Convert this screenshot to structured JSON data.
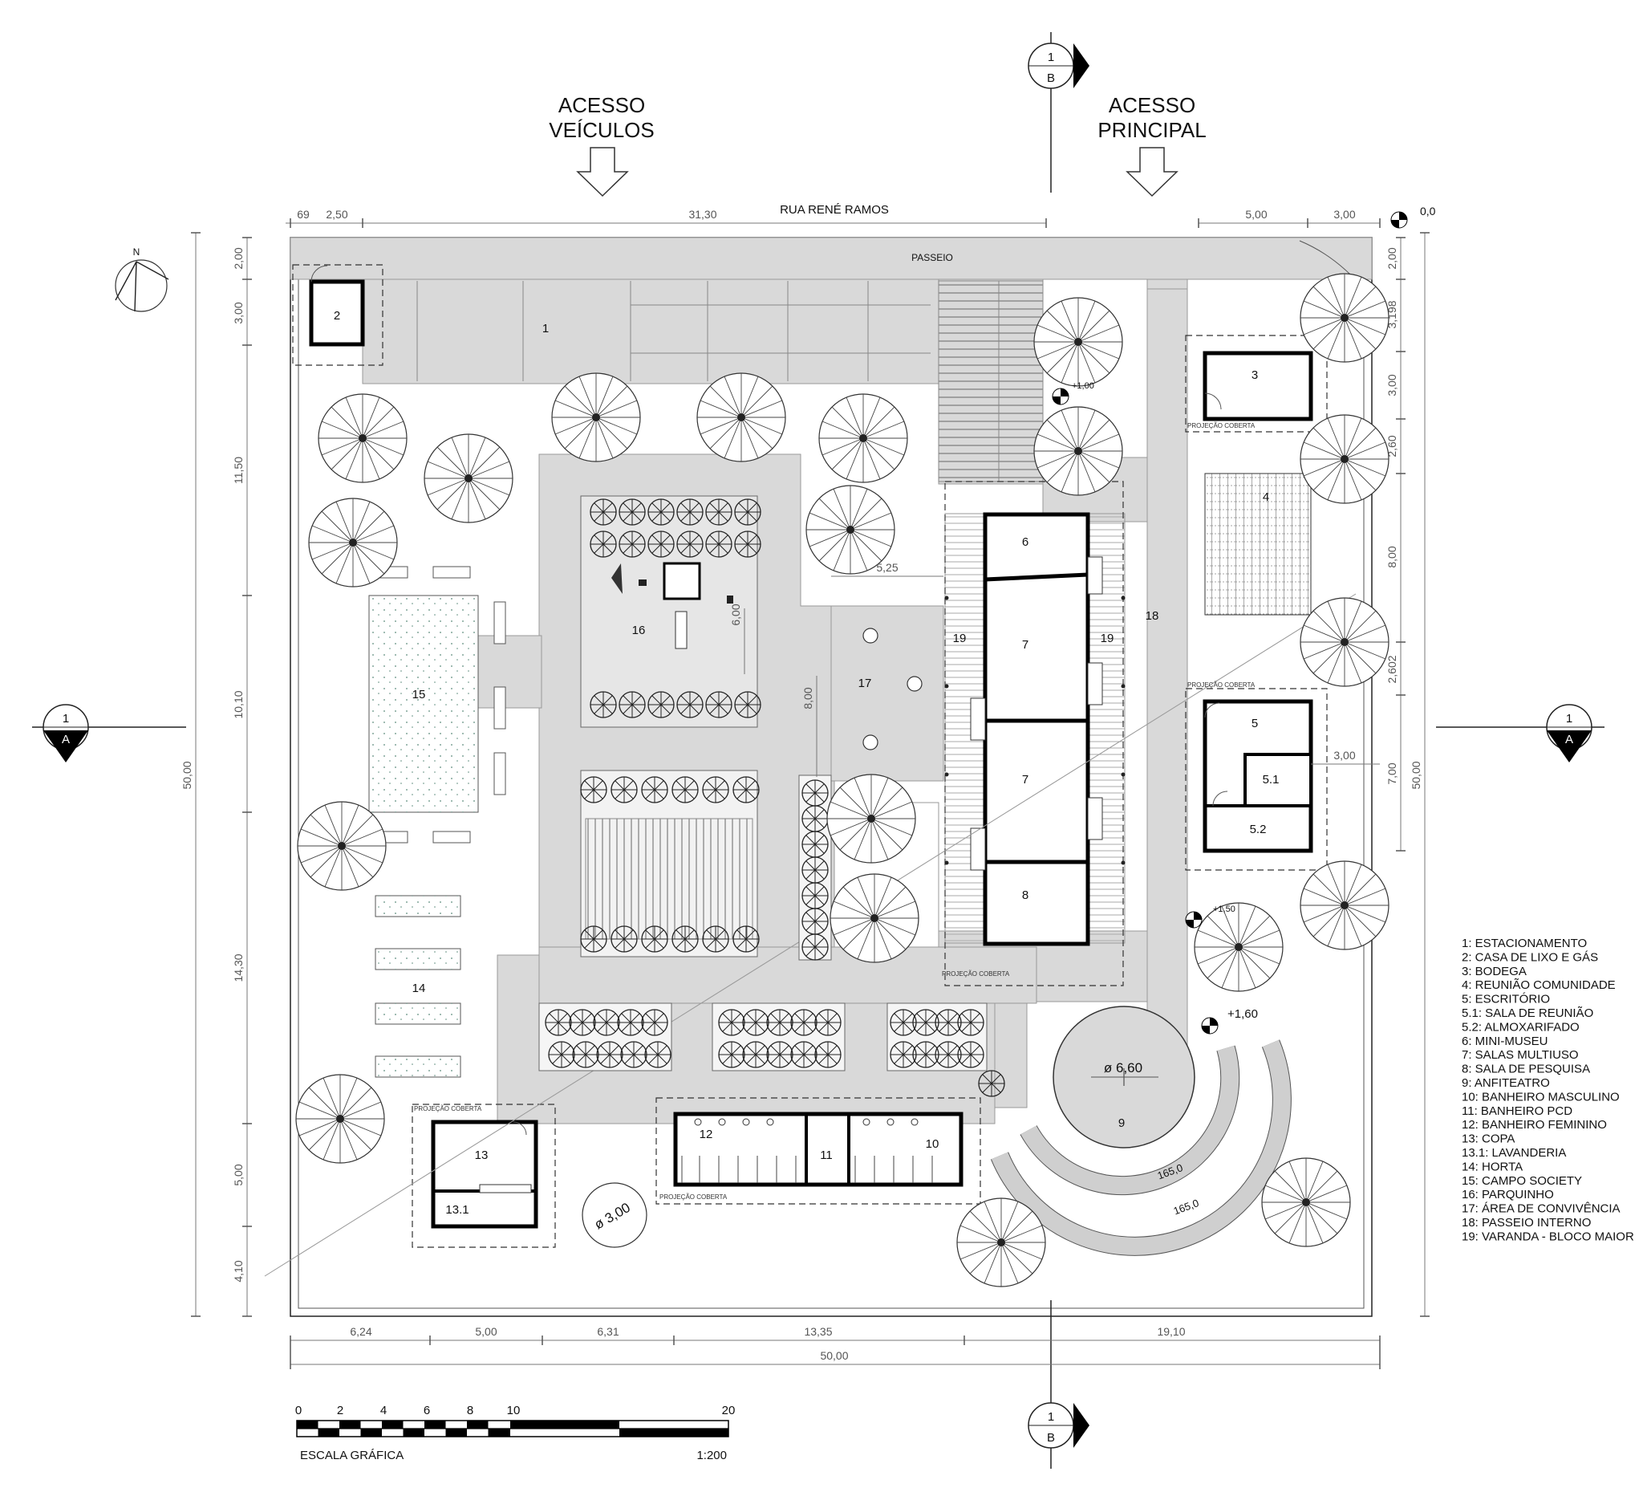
{
  "access": {
    "vehicles": [
      "ACESSO",
      "VEÍCULOS"
    ],
    "main": [
      "ACESSO",
      "PRINCIPAL"
    ]
  },
  "street": "RUA RENÉ RAMOS",
  "sidewalk": "PASSEIO",
  "north": "N",
  "section_markers": {
    "a_num": "1",
    "a_letter": "A",
    "b_num": "1",
    "b_letter": "B"
  },
  "levels": [
    "0,0",
    "+1,00",
    "+1,50",
    "+1,60"
  ],
  "dims_top": [
    "69",
    "2,50",
    "31,30",
    "5,00",
    "3,00"
  ],
  "dims_bottom": [
    "6,24",
    "5,00",
    "6,31",
    "13,35",
    "19,10"
  ],
  "dims_bottom_total": "50,00",
  "dims_left": [
    "2,00",
    "3,00",
    "11,50",
    "10,10",
    "14,30",
    "5,00",
    "4,10"
  ],
  "dims_left_total": "50,00",
  "dims_right": [
    "2,00",
    "3,198",
    "3,00",
    "2,60",
    "8,00",
    "2,602",
    "7,00"
  ],
  "dims_right_total": "50,00",
  "dims_internal": [
    "5,25",
    "6,00",
    "8,00",
    "3,00"
  ],
  "diameters": [
    "ø 6,60",
    "ø 3,00"
  ],
  "arc_lengths": [
    "165,0",
    "165,0"
  ],
  "cover_note": "PROJEÇÃO COBERTA",
  "rooms": {
    "r1": "1",
    "r2": "2",
    "r3": "3",
    "r4": "4",
    "r5": "5",
    "r51": "5.1",
    "r52": "5.2",
    "r6": "6",
    "r7a": "7",
    "r7b": "7",
    "r8": "8",
    "r9": "9",
    "r10": "10",
    "r11": "11",
    "r12": "12",
    "r13": "13",
    "r131": "13.1",
    "r14": "14",
    "r15": "15",
    "r16": "16",
    "r17": "17",
    "r18": "18",
    "r19a": "19",
    "r19b": "19"
  },
  "legend": [
    "1: ESTACIONAMENTO",
    "2: CASA DE LIXO E GÁS",
    "3: BODEGA",
    "4: REUNIÃO COMUNIDADE",
    "5: ESCRITÓRIO",
    "5.1: SALA DE REUNIÃO",
    "5.2: ALMOXARIFADO",
    "6: MINI-MUSEU",
    "7: SALAS MULTIUSO",
    "8: SALA DE PESQUISA",
    "9: ANFITEATRO",
    "10: BANHEIRO MASCULINO",
    "11: BANHEIRO PCD",
    "12: BANHEIRO FEMININO",
    "13: COPA",
    "13.1: LAVANDERIA",
    "14: HORTA",
    "15: CAMPO SOCIETY",
    "16: PARQUINHO",
    "17: ÁREA DE CONVIVÊNCIA",
    "18: PASSEIO INTERNO",
    "19: VARANDA - BLOCO MAIOR"
  ],
  "scale": {
    "ticks": [
      "0",
      "2",
      "4",
      "6",
      "8",
      "10",
      "20"
    ],
    "title": "ESCALA GRÁFICA",
    "ratio": "1:200"
  }
}
